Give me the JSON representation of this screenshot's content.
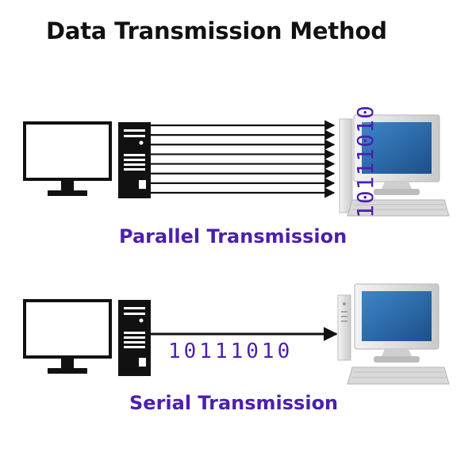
{
  "title": "Data Transmission Method",
  "parallel": {
    "label": "Parallel Transmission",
    "bits": "10111010",
    "line_count": 8
  },
  "serial": {
    "label": "Serial Transmission",
    "bits": "10111010"
  },
  "colors": {
    "accent": "#4b1fb0",
    "monitor_screen": "#2f6fb0",
    "device_black": "#111111",
    "device_gray": "#d8d8d8"
  },
  "icons": [
    "monitor-icon",
    "tower-icon",
    "desktop-computer-icon",
    "arrow-icon"
  ]
}
